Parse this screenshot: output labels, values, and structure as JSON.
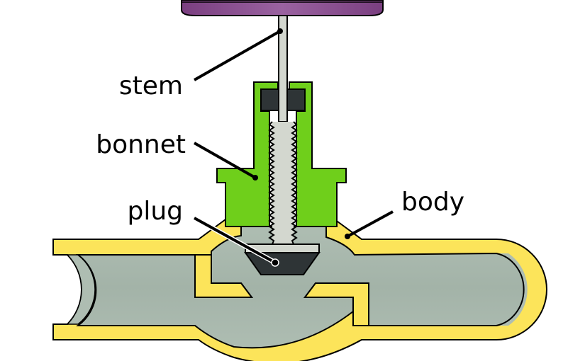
{
  "title": "Globe valve cross-section",
  "labels": {
    "stem": "stem",
    "bonnet": "bonnet",
    "plug": "plug",
    "body": "body"
  },
  "colors": {
    "handwheel": "#8b4f91",
    "stem": "#d3d7cf",
    "bonnet": "#6fcf1b",
    "body": "#fce45a",
    "fluid": "#a9b8ad",
    "plug": "#2e3436",
    "packing": "#2e3436",
    "outline": "#000000"
  }
}
